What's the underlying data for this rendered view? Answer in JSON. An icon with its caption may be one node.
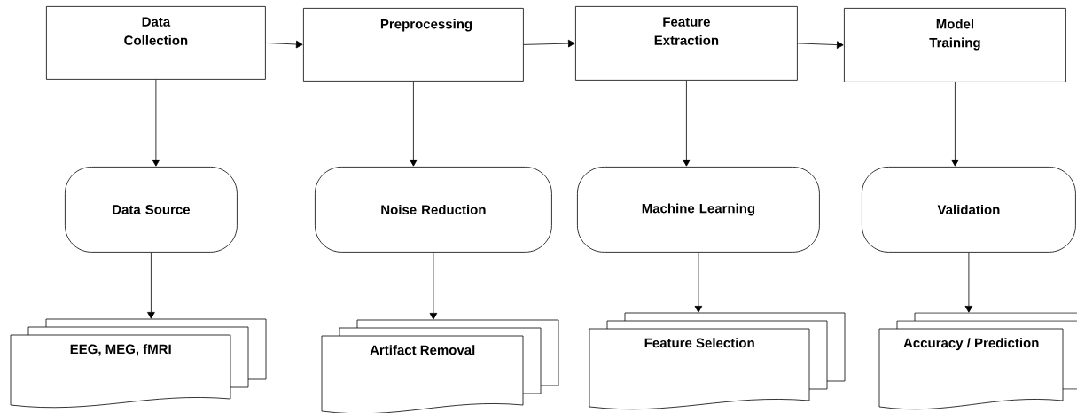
{
  "diagram": {
    "nodes": [
      {
        "text": [
          "Data Collection"
        ]
      },
      {
        "text": [
          "Preprocessing"
        ]
      },
      {
        "text": [
          "Feature Extraction"
        ]
      },
      {
        "text": [
          "Model Training"
        ]
      },
      {
        "text": [
          "Data Source"
        ]
      },
      {
        "text": [
          "Noise Reduction"
        ]
      },
      {
        "text": [
          "Machine Learning"
        ]
      },
      {
        "text": [
          "Validation"
        ]
      },
      {
        "text": [
          "EEG, MEG, fMRI"
        ]
      },
      {
        "text": [
          "Artifact Removal"
        ]
      },
      {
        "text": [
          "Feature Selection"
        ]
      },
      {
        "text": [
          "Accuracy / Prediction"
        ]
      }
    ],
    "edges": [
      {
        "from": 0,
        "to": 1,
        "arrow": "to"
      },
      {
        "from": 1,
        "to": 2,
        "arrow": "to"
      },
      {
        "from": 2,
        "to": 3,
        "arrow": "to"
      },
      {
        "from": 0,
        "to": 4,
        "arrow": "to"
      },
      {
        "from": 1,
        "to": 5,
        "arrow": "to"
      },
      {
        "from": 2,
        "to": 6,
        "arrow": "to"
      },
      {
        "from": 3,
        "to": 7,
        "arrow": "to"
      },
      {
        "from": 4,
        "to": 8,
        "arrow": "to"
      },
      {
        "from": 5,
        "to": 9,
        "arrow": "to"
      },
      {
        "from": 6,
        "to": 10,
        "arrow": "to"
      },
      {
        "from": 7,
        "to": 11,
        "arrow": "to"
      }
    ]
  }
}
